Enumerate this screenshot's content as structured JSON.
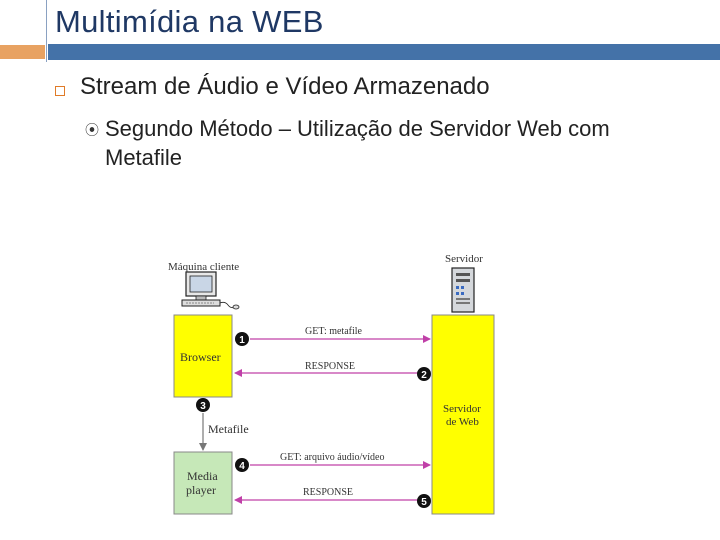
{
  "slide": {
    "title": "Multimídia na WEB",
    "bullet1": "Stream de Áudio e Vídeo Armazenado",
    "bullet2": "Segundo Método – Utilização de Servidor Web com Metafile"
  },
  "diagram": {
    "client_label": "Máquina cliente",
    "server_label": "Servidor",
    "browser_label": "Browser",
    "media_player_line1": "Media",
    "media_player_line2": "player",
    "server_box_line1": "Servidor",
    "server_box_line2": "de Web",
    "metafile_label": "Metafile",
    "steps": [
      {
        "num": "1",
        "label": "GET: metafile"
      },
      {
        "num": "2",
        "label": "RESPONSE"
      },
      {
        "num": "3",
        "label": ""
      },
      {
        "num": "4",
        "label": "GET: arquivo áudio/vídeo"
      },
      {
        "num": "5",
        "label": "RESPONSE"
      }
    ]
  },
  "colors": {
    "title": "#1F3864",
    "header_bar": "#4472A8",
    "header_accent": "#E8A262",
    "box_yellow": "#FFFF00",
    "box_green": "#C6E8B8",
    "arrow": "#C040A8"
  }
}
